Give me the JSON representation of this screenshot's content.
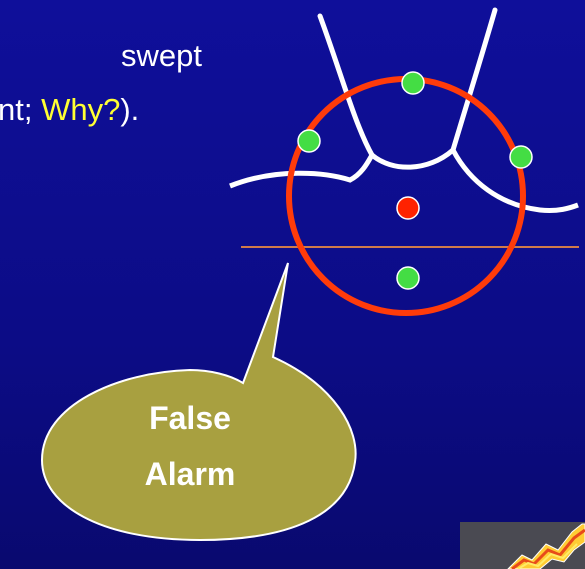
{
  "text": {
    "line1": "swept",
    "line2_before": "nt; ",
    "line2_highlight": "Why?",
    "line2_after": ")."
  },
  "callout": {
    "line1": "False",
    "line2": "Alarm"
  },
  "colors": {
    "background": "#0c0c86",
    "text": "#ffffff",
    "highlight": "#ffff33",
    "circle": "#ff3b0a",
    "green_dot": "#44dd44",
    "red_dot": "#ff2200",
    "thin_line": "#d07a4a",
    "bubble_fill": "#a8a040",
    "thumbnail_bg": "#4a4a52"
  },
  "icons": {
    "thumbnail": "zigzag-graph-icon"
  }
}
